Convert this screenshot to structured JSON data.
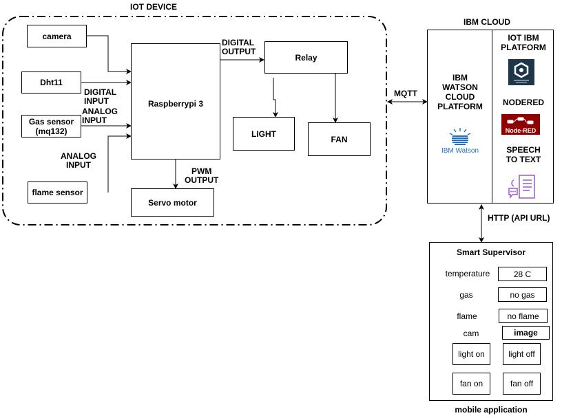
{
  "iot_device": {
    "title": "IOT DEVICE",
    "camera": "camera",
    "dht11": "Dht11",
    "gas_sensor": "Gas sensor\n(mq132)",
    "flame_sensor": "flame sensor",
    "raspberry": "Raspberrypi 3",
    "relay": "Relay",
    "light": "LIGHT",
    "fan": "FAN",
    "servo": "Servo motor",
    "digital_output": "DIGITAL\nOUTPUT",
    "digital_input": "DIGITAL\nINPUT",
    "analog_input_1": "ANALOG\nINPUT",
    "analog_input_2": "ANALOG\nINPUT",
    "pwm_output": "PWM\nOUTPUT"
  },
  "connections": {
    "mqtt": "MQTT",
    "http": "HTTP (API URL)"
  },
  "ibm_cloud": {
    "title": "IBM CLOUD",
    "watson_platform": "IBM\nWATSON\nCLOUD\nPLATFORM",
    "watson_logo_text": "IBM Watson",
    "iot_platform": "IOT IBM\nPLATFORM",
    "nodered": "NODERED",
    "nodered_logo_text": "Node-RED",
    "speech_to_text": "SPEECH\nTO TEXT"
  },
  "mobile_app": {
    "title": "Smart Supervisor",
    "caption": "mobile application",
    "rows": [
      {
        "label": "temperature",
        "value": "28 C"
      },
      {
        "label": "gas",
        "value": "no gas"
      },
      {
        "label": "flame",
        "value": "no flame"
      },
      {
        "label": "cam",
        "value": "image"
      }
    ],
    "buttons": {
      "light_on": "light on",
      "light_off": "light off",
      "fan_on": "fan on",
      "fan_off": "fan off"
    }
  },
  "colors": {
    "watson_blue": "#1f70c1",
    "nodered_red": "#8f0000",
    "iot_logo_bg": "#1d3649",
    "speech_purple": "#9b59d0"
  }
}
